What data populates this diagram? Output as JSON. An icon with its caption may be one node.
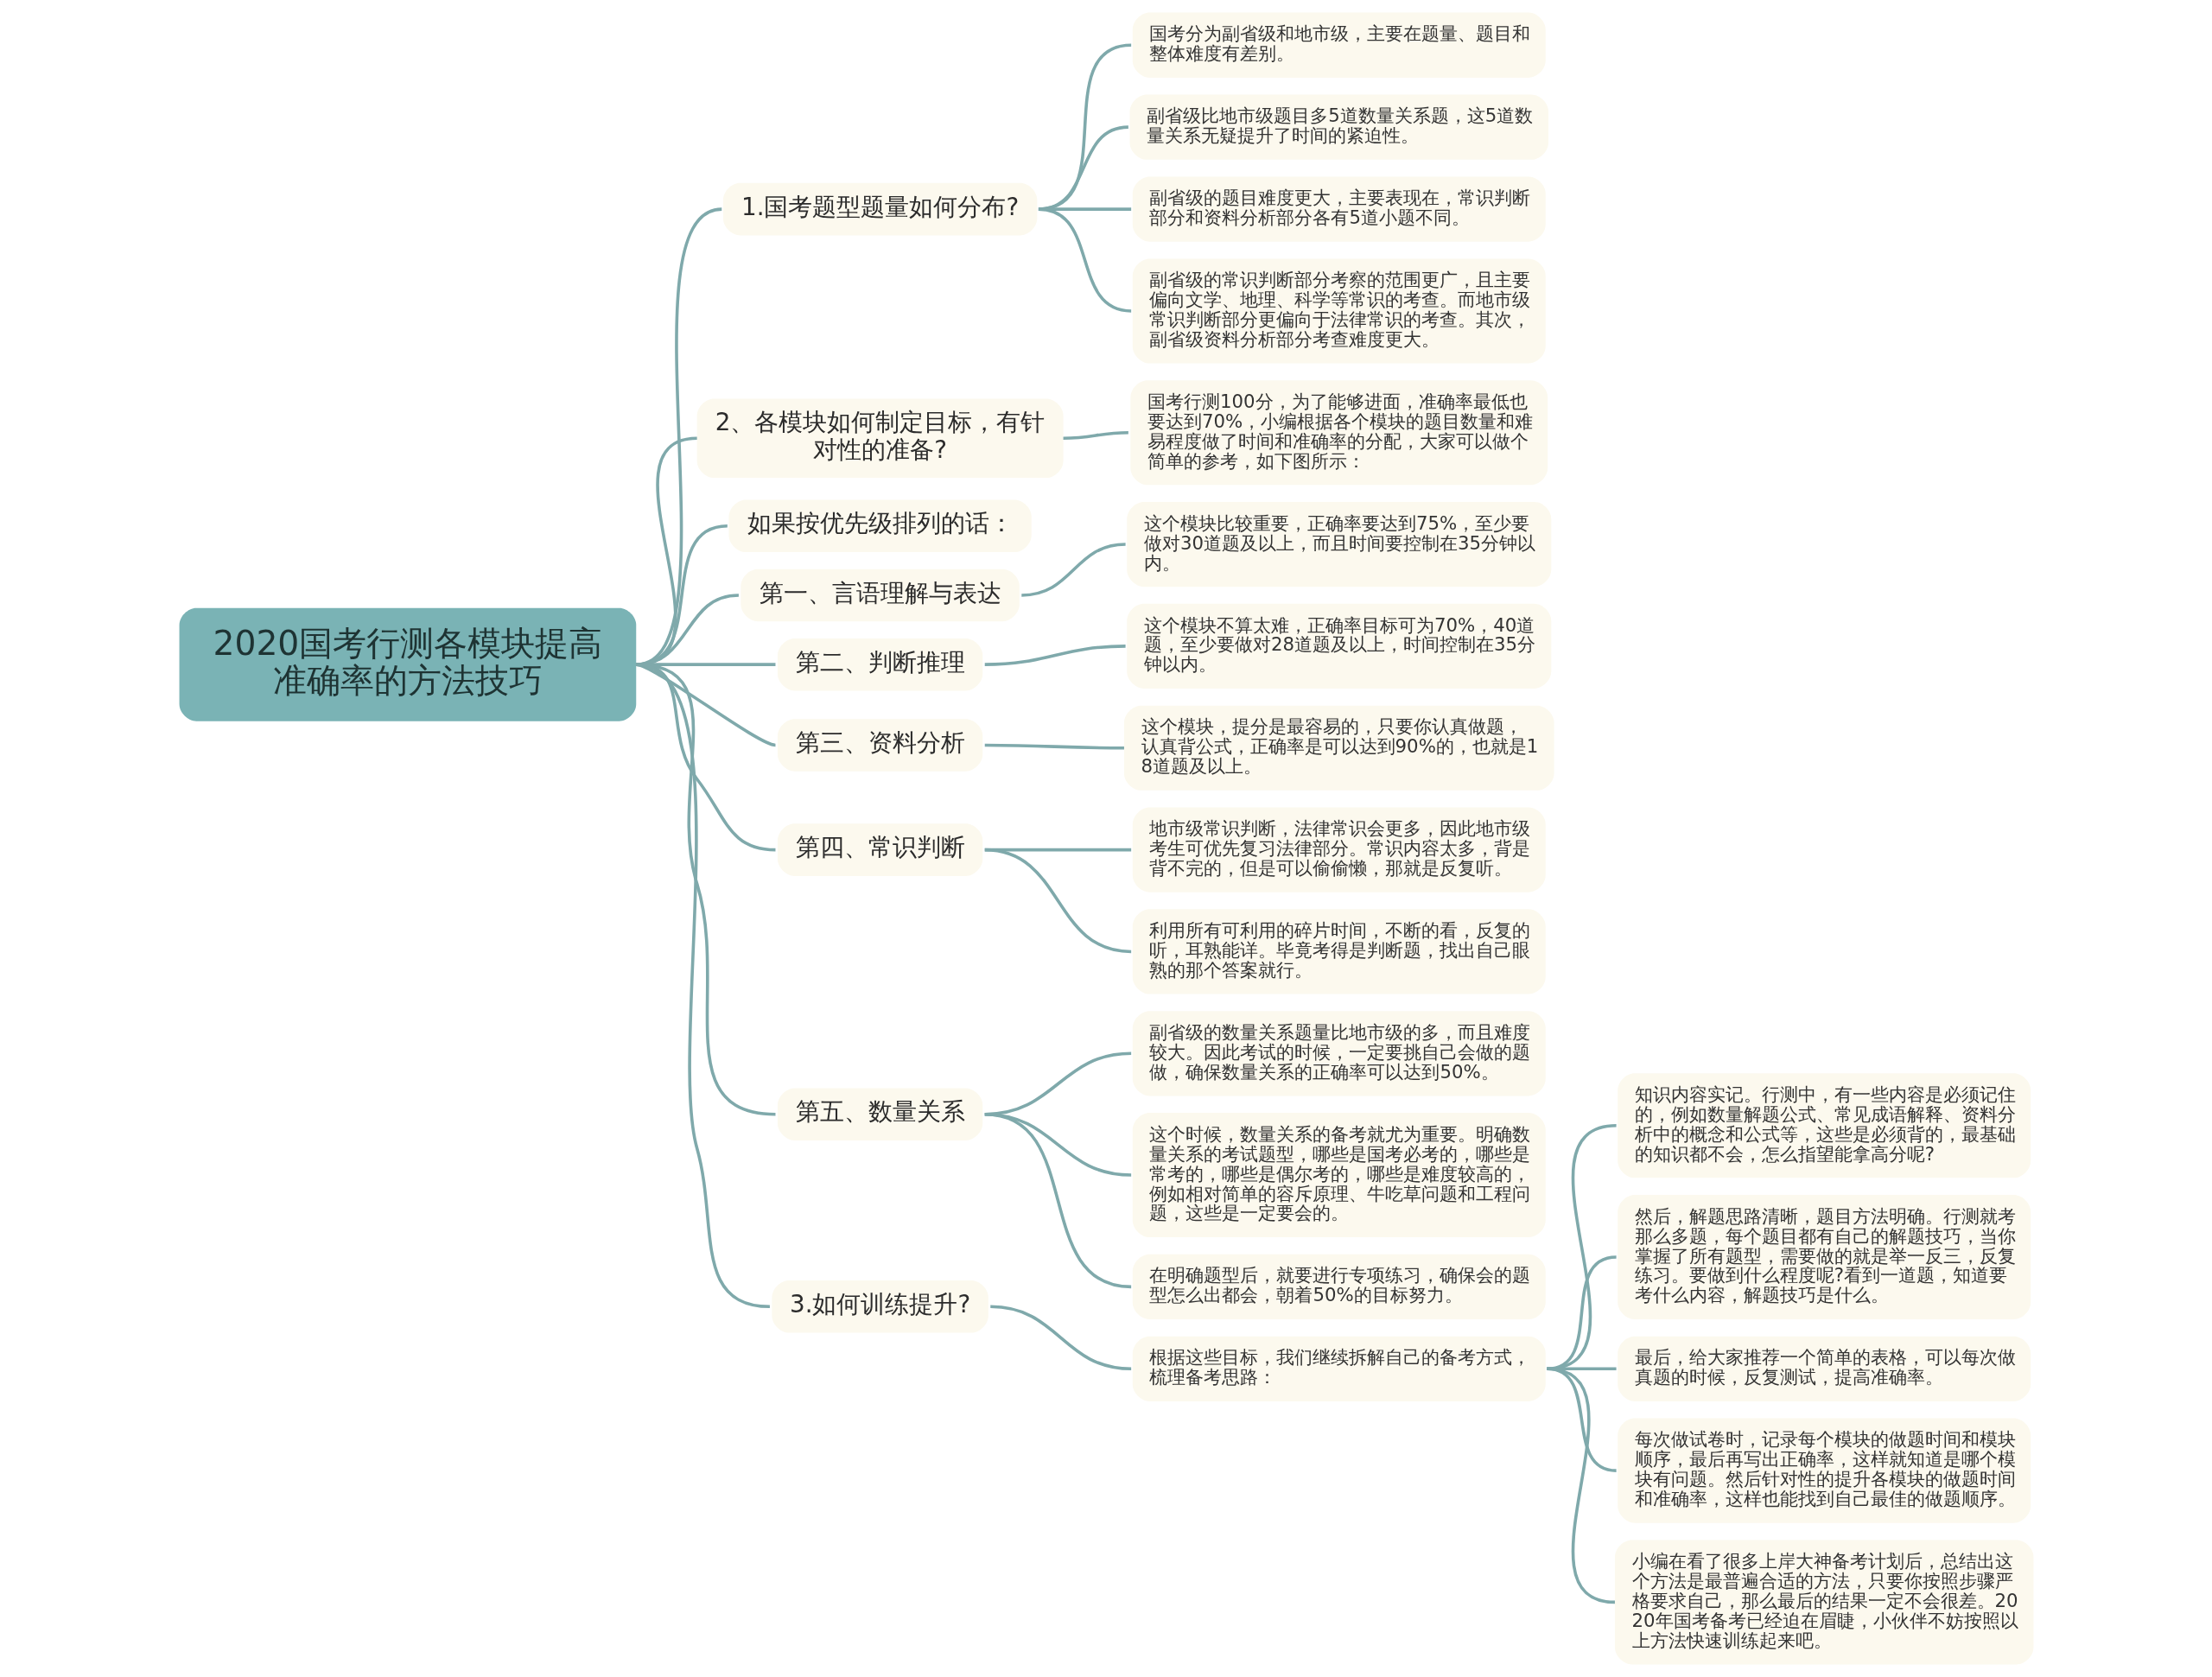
{
  "diagram": {
    "nodes": [
      {
        "text": [
          "2020国考行测各模块提高准确率的方法技巧"
        ]
      },
      {
        "text": [
          "1.国考题型题量如何分布?"
        ]
      },
      {
        "text": [
          "国考分为副省级和地市级，主要在题量、题目和整体难度有差别。"
        ]
      },
      {
        "text": [
          "副省级比地市级题目多5道数量关系题，这5道数量关系无疑提升了时间的紧迫性。"
        ]
      },
      {
        "text": [
          "副省级的题目难度更大，主要表现在，常识判断部分和资料分析部分各有5道小题不同。"
        ]
      },
      {
        "text": [
          "副省级的常识判断部分考察的范围更广，且主要偏向文学、地理、科学等常识的考查。而地市级常识判断部分更偏向于法律常识的考查。其次，副省级资料分析部分考查难度更大。"
        ]
      },
      {
        "text": [
          "2、各模块如何制定目标，有针对性的准备?"
        ]
      },
      {
        "text": [
          "国考行测100分，为了能够进面，准确率最低也要达到70%，小编根据各个模块的题目数量和难易程度做了时间和准确率的分配，大家可以做个简单的参考，如下图所示："
        ]
      },
      {
        "text": [
          "如果按优先级排列的话："
        ]
      },
      {
        "text": [
          "第一、言语理解与表达"
        ]
      },
      {
        "text": [
          "这个模块比较重要，正确率要达到75%，至少要做对30道题及以上，而且时间要控制在35分钟以内。"
        ]
      },
      {
        "text": [
          "第二、判断推理"
        ]
      },
      {
        "text": [
          "这个模块不算太难，正确率目标可为70%，40道题，至少要做对28道题及以上，时间控制在35分钟以内。"
        ]
      },
      {
        "text": [
          "第三、资料分析"
        ]
      },
      {
        "text": [
          "这个模块，提分是最容易的，只要你认真做题，认真背公式，正确率是可以达到90%的，也就是18道题及以上。"
        ]
      },
      {
        "text": [
          "第四、常识判断"
        ]
      },
      {
        "text": [
          "地市级常识判断，法律常识会更多，因此地市级考生可优先复习法律部分。常识内容太多，背是背不完的，但是可以偷偷懒，那就是反复听。"
        ]
      },
      {
        "text": [
          "利用所有可利用的碎片时间，不断的看，反复的听，耳熟能详。毕竟考得是判断题，找出自己眼熟的那个答案就行。"
        ]
      },
      {
        "text": [
          "第五、数量关系"
        ]
      },
      {
        "text": [
          "副省级的数量关系题量比地市级的多，而且难度较大。因此考试的时候，一定要挑自己会做的题做，确保数量关系的正确率可以达到50%。"
        ]
      },
      {
        "text": [
          "这个时候，数量关系的备考就尤为重要。明确数量关系的考试题型，哪些是国考必考的，哪些是常考的，哪些是偶尔考的，哪些是难度较高的，例如相对简单的容斥原理、牛吃草问题和工程问题，这些是一定要会的。"
        ]
      },
      {
        "text": [
          "在明确题型后，就要进行专项练习，确保会的题型怎么出都会，朝着50%的目标努力。"
        ]
      },
      {
        "text": [
          "3.如何训练提升?"
        ]
      },
      {
        "text": [
          "根据这些目标，我们继续拆解自己的备考方式，梳理备考思路："
        ]
      },
      {
        "text": [
          "知识内容实记。行测中，有一些内容是必须记住的，例如数量解题公式、常见成语解释、资料分析中的概念和公式等，这些是必须背的，最基础的知识都不会，怎么指望能拿高分呢?"
        ]
      },
      {
        "text": [
          "然后，解题思路清晰，题目方法明确。行测就考那么多题，每个题目都有自己的解题技巧，当你掌握了所有题型，需要做的就是举一反三，反复练习。要做到什么程度呢?看到一道题，知道要考什么内容，解题技巧是什么。"
        ]
      },
      {
        "text": [
          "最后，给大家推荐一个简单的表格，可以每次做真题的时候，反复测试，提高准确率。"
        ]
      },
      {
        "text": [
          "每次做试卷时，记录每个模块的做题时间和模块顺序，最后再写出正确率，这样就知道是哪个模块有问题。然后针对性的提升各模块的做题时间和准确率，这样也能找到自己最佳的做题顺序。"
        ]
      },
      {
        "text": [
          "小编在看了很多上岸大神备考计划后，总结出这个方法是最普遍合适的方法，只要你按照步骤严格要求自己，那么最后的结果一定不会很差。2020年国考备考已经迫在眉睫，小伙伴不妨按照以上方法快速训练起来吧。"
        ]
      }
    ],
    "edges": [
      {
        "from": 0,
        "to": 1,
        "arrow": "none"
      },
      {
        "from": 1,
        "to": 2,
        "arrow": "none"
      },
      {
        "from": 1,
        "to": 3,
        "arrow": "none"
      },
      {
        "from": 1,
        "to": 4,
        "arrow": "none"
      },
      {
        "from": 1,
        "to": 5,
        "arrow": "none"
      },
      {
        "from": 0,
        "to": 6,
        "arrow": "none"
      },
      {
        "from": 6,
        "to": 7,
        "arrow": "none"
      },
      {
        "from": 0,
        "to": 8,
        "arrow": "none"
      },
      {
        "from": 0,
        "to": 9,
        "arrow": "none"
      },
      {
        "from": 9,
        "to": 10,
        "arrow": "none"
      },
      {
        "from": 0,
        "to": 11,
        "arrow": "none"
      },
      {
        "from": 11,
        "to": 12,
        "arrow": "none"
      },
      {
        "from": 0,
        "to": 13,
        "arrow": "none"
      },
      {
        "from": 13,
        "to": 14,
        "arrow": "none"
      },
      {
        "from": 0,
        "to": 15,
        "arrow": "none"
      },
      {
        "from": 15,
        "to": 16,
        "arrow": "none"
      },
      {
        "from": 15,
        "to": 17,
        "arrow": "none"
      },
      {
        "from": 0,
        "to": 18,
        "arrow": "none"
      },
      {
        "from": 18,
        "to": 19,
        "arrow": "none"
      },
      {
        "from": 18,
        "to": 20,
        "arrow": "none"
      },
      {
        "from": 18,
        "to": 21,
        "arrow": "none"
      },
      {
        "from": 0,
        "to": 22,
        "arrow": "none"
      },
      {
        "from": 22,
        "to": 23,
        "arrow": "none"
      },
      {
        "from": 23,
        "to": 24,
        "arrow": "none"
      },
      {
        "from": 23,
        "to": 25,
        "arrow": "none"
      },
      {
        "from": 23,
        "to": 26,
        "arrow": "none"
      },
      {
        "from": 23,
        "to": 27,
        "arrow": "none"
      },
      {
        "from": 23,
        "to": 28,
        "arrow": "none"
      }
    ]
  }
}
